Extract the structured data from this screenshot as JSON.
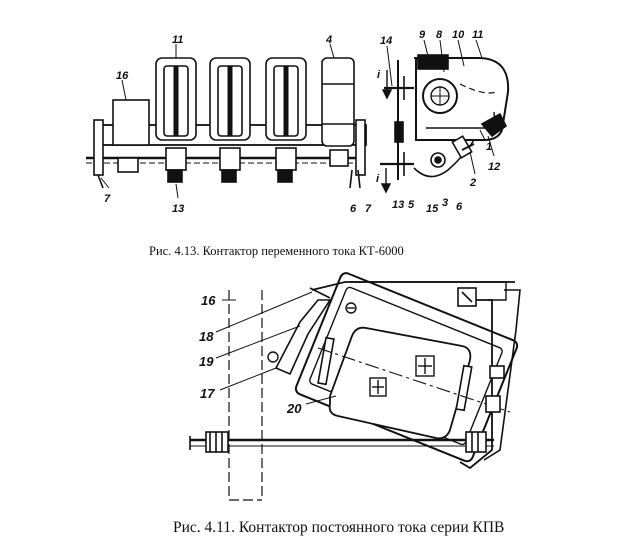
{
  "figure_top": {
    "caption": "Рис. 4.13. Контактор переменного тока КТ-6000",
    "labels": [
      "16",
      "11",
      "4",
      "14",
      "9",
      "8",
      "10",
      "11",
      "i",
      "1",
      "12",
      "2",
      "7",
      "13",
      "6",
      "7",
      "13",
      "5",
      "15",
      "3",
      "6",
      "i"
    ]
  },
  "figure_bottom": {
    "caption": "Рис. 4.11. Контактор постоянного тока серии КПВ",
    "labels": [
      "16",
      "18",
      "19",
      "17",
      "20"
    ]
  }
}
